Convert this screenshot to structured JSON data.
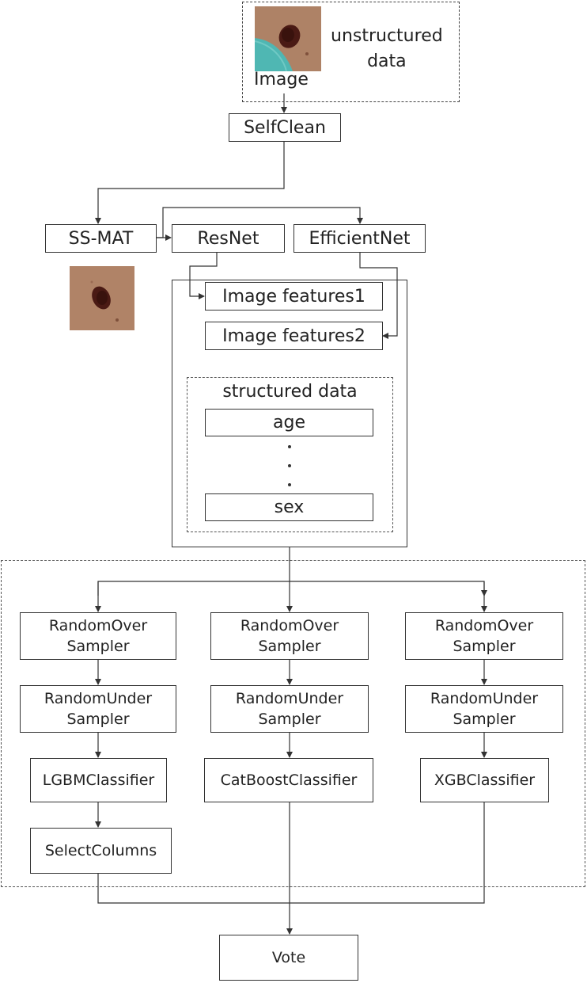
{
  "input": {
    "unstructured_label": "unstructured\ndata",
    "image_label": "Image"
  },
  "preprocess": {
    "selfclean": "SelfClean"
  },
  "models": {
    "ssmat": "SS-MAT",
    "resnet": "ResNet",
    "efficientnet": "EfficientNet"
  },
  "features": {
    "image_features_1": "Image features1",
    "image_features_2": "Image features2",
    "structured_title": "structured data",
    "age": "age",
    "sex": "sex"
  },
  "branches": [
    {
      "over": "RandomOver\nSampler",
      "under": "RandomUnder\nSampler",
      "classifier": "LGBMClassifier",
      "extra": "SelectColumns"
    },
    {
      "over": "RandomOver\nSampler",
      "under": "RandomUnder\nSampler",
      "classifier": "CatBoostClassifier"
    },
    {
      "over": "RandomOver\nSampler",
      "under": "RandomUnder\nSampler",
      "classifier": "XGBClassifier"
    }
  ],
  "output": {
    "vote": "Vote"
  },
  "colors": {
    "skin": "#a97b5f",
    "lesion": "#4a1a14",
    "cyan_overlay": "#4fb7b3",
    "line": "#333333"
  }
}
